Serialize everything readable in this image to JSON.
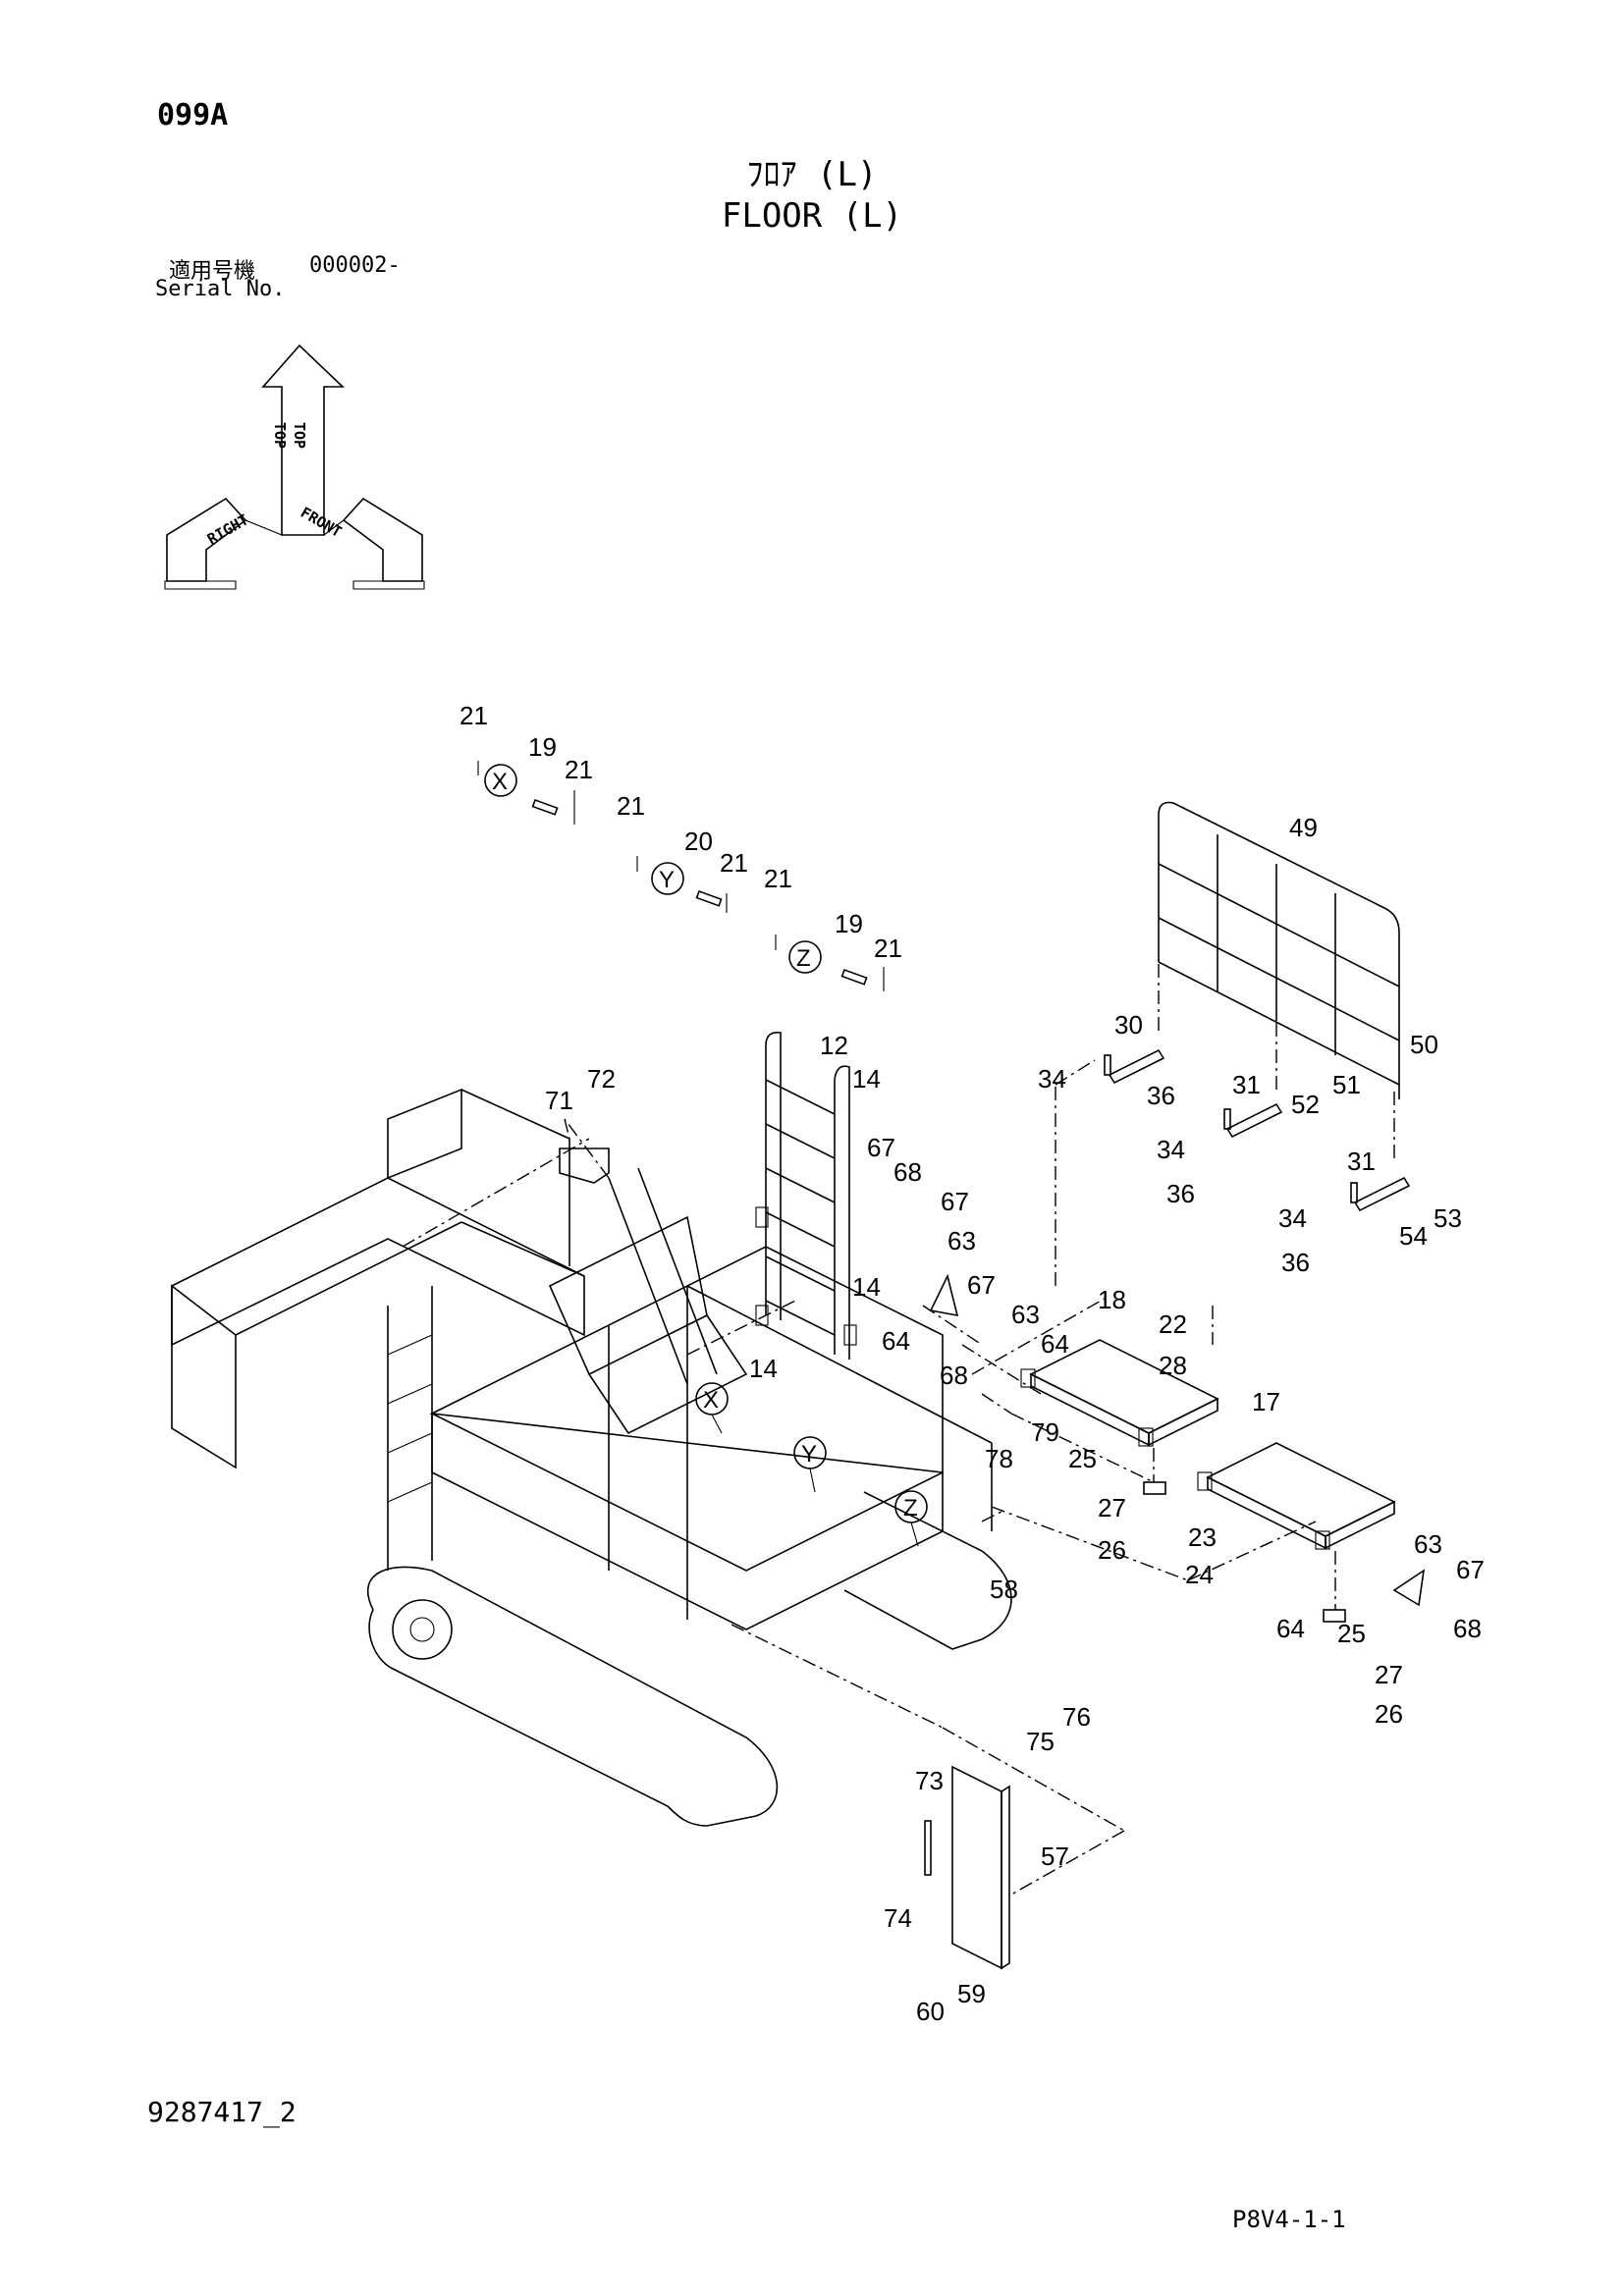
{
  "header": {
    "page_code": "099A",
    "title_jp": "ﾌﾛｱ (L)",
    "title_en": "FLOOR (L)",
    "serial_label_jp": "適用号機",
    "serial_label_en": "Serial No.",
    "serial_value": "000002-"
  },
  "orientation_icon": {
    "labels": [
      "TOP",
      "RIGHT",
      "FRONT"
    ],
    "icon": "orientation-arrows-icon"
  },
  "reference_markers": [
    "X",
    "Y",
    "Z"
  ],
  "callouts": [
    "21",
    "19",
    "21",
    "21",
    "20",
    "21",
    "21",
    "19",
    "21",
    "49",
    "12",
    "14",
    "30",
    "34",
    "36",
    "50",
    "51",
    "52",
    "31",
    "34",
    "36",
    "31",
    "34",
    "36",
    "53",
    "54",
    "72",
    "71",
    "67",
    "68",
    "67",
    "63",
    "14",
    "67",
    "64",
    "63",
    "64",
    "68",
    "18",
    "22",
    "28",
    "14",
    "79",
    "78",
    "17",
    "25",
    "27",
    "26",
    "23",
    "24",
    "63",
    "67",
    "68",
    "64",
    "25",
    "27",
    "26",
    "58",
    "75",
    "76",
    "73",
    "57",
    "74",
    "59",
    "60"
  ],
  "footer": {
    "drawing_number": "9287417_2",
    "page_ref": "P8V4-1-1"
  }
}
